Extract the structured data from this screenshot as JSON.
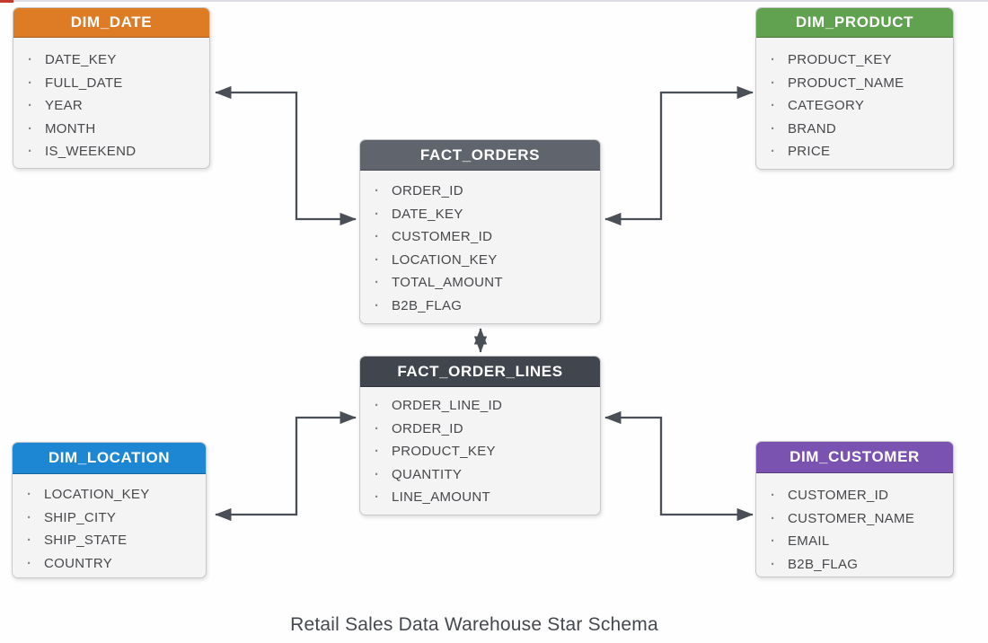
{
  "diagram": {
    "title": "Retail Sales Data Warehouse Star Schema",
    "connector_color": "#4a4f57",
    "tables": [
      {
        "id": "dim_date",
        "name": "DIM_DATE",
        "header_color": "#de7c26",
        "fields": [
          "DATE_KEY",
          "FULL_DATE",
          "YEAR",
          "MONTH",
          "IS_WEEKEND"
        ]
      },
      {
        "id": "dim_product",
        "name": "DIM_PRODUCT",
        "header_color": "#60a24f",
        "fields": [
          "PRODUCT_KEY",
          "PRODUCT_NAME",
          "CATEGORY",
          "BRAND",
          "PRICE"
        ]
      },
      {
        "id": "fact_orders",
        "name": "FACT_ORDERS",
        "header_color": "#60656d",
        "fields": [
          "ORDER_ID",
          "DATE_KEY",
          "CUSTOMER_ID",
          "LOCATION_KEY",
          "TOTAL_AMOUNT",
          "B2B_FLAG"
        ]
      },
      {
        "id": "fact_order_lines",
        "name": "FACT_ORDER_LINES",
        "header_color": "#41454e",
        "fields": [
          "ORDER_LINE_ID",
          "ORDER_ID",
          "PRODUCT_KEY",
          "QUANTITY",
          "LINE_AMOUNT"
        ]
      },
      {
        "id": "dim_location",
        "name": "DIM_LOCATION",
        "header_color": "#1d87d3",
        "fields": [
          "LOCATION_KEY",
          "SHIP_CITY",
          "SHIP_STATE",
          "COUNTRY"
        ]
      },
      {
        "id": "dim_customer",
        "name": "DIM_CUSTOMER",
        "header_color": "#7a52af",
        "fields": [
          "CUSTOMER_ID",
          "CUSTOMER_NAME",
          "EMAIL",
          "B2B_FLAG"
        ]
      }
    ],
    "relationships": [
      {
        "from": "FACT_ORDERS",
        "to": "DIM_DATE",
        "bidirectional": true
      },
      {
        "from": "FACT_ORDERS",
        "to": "DIM_PRODUCT",
        "bidirectional": true
      },
      {
        "from": "FACT_ORDERS",
        "to": "FACT_ORDER_LINES",
        "bidirectional": true
      },
      {
        "from": "FACT_ORDER_LINES",
        "to": "DIM_LOCATION",
        "bidirectional": true
      },
      {
        "from": "FACT_ORDER_LINES",
        "to": "DIM_CUSTOMER",
        "bidirectional": true
      }
    ]
  }
}
